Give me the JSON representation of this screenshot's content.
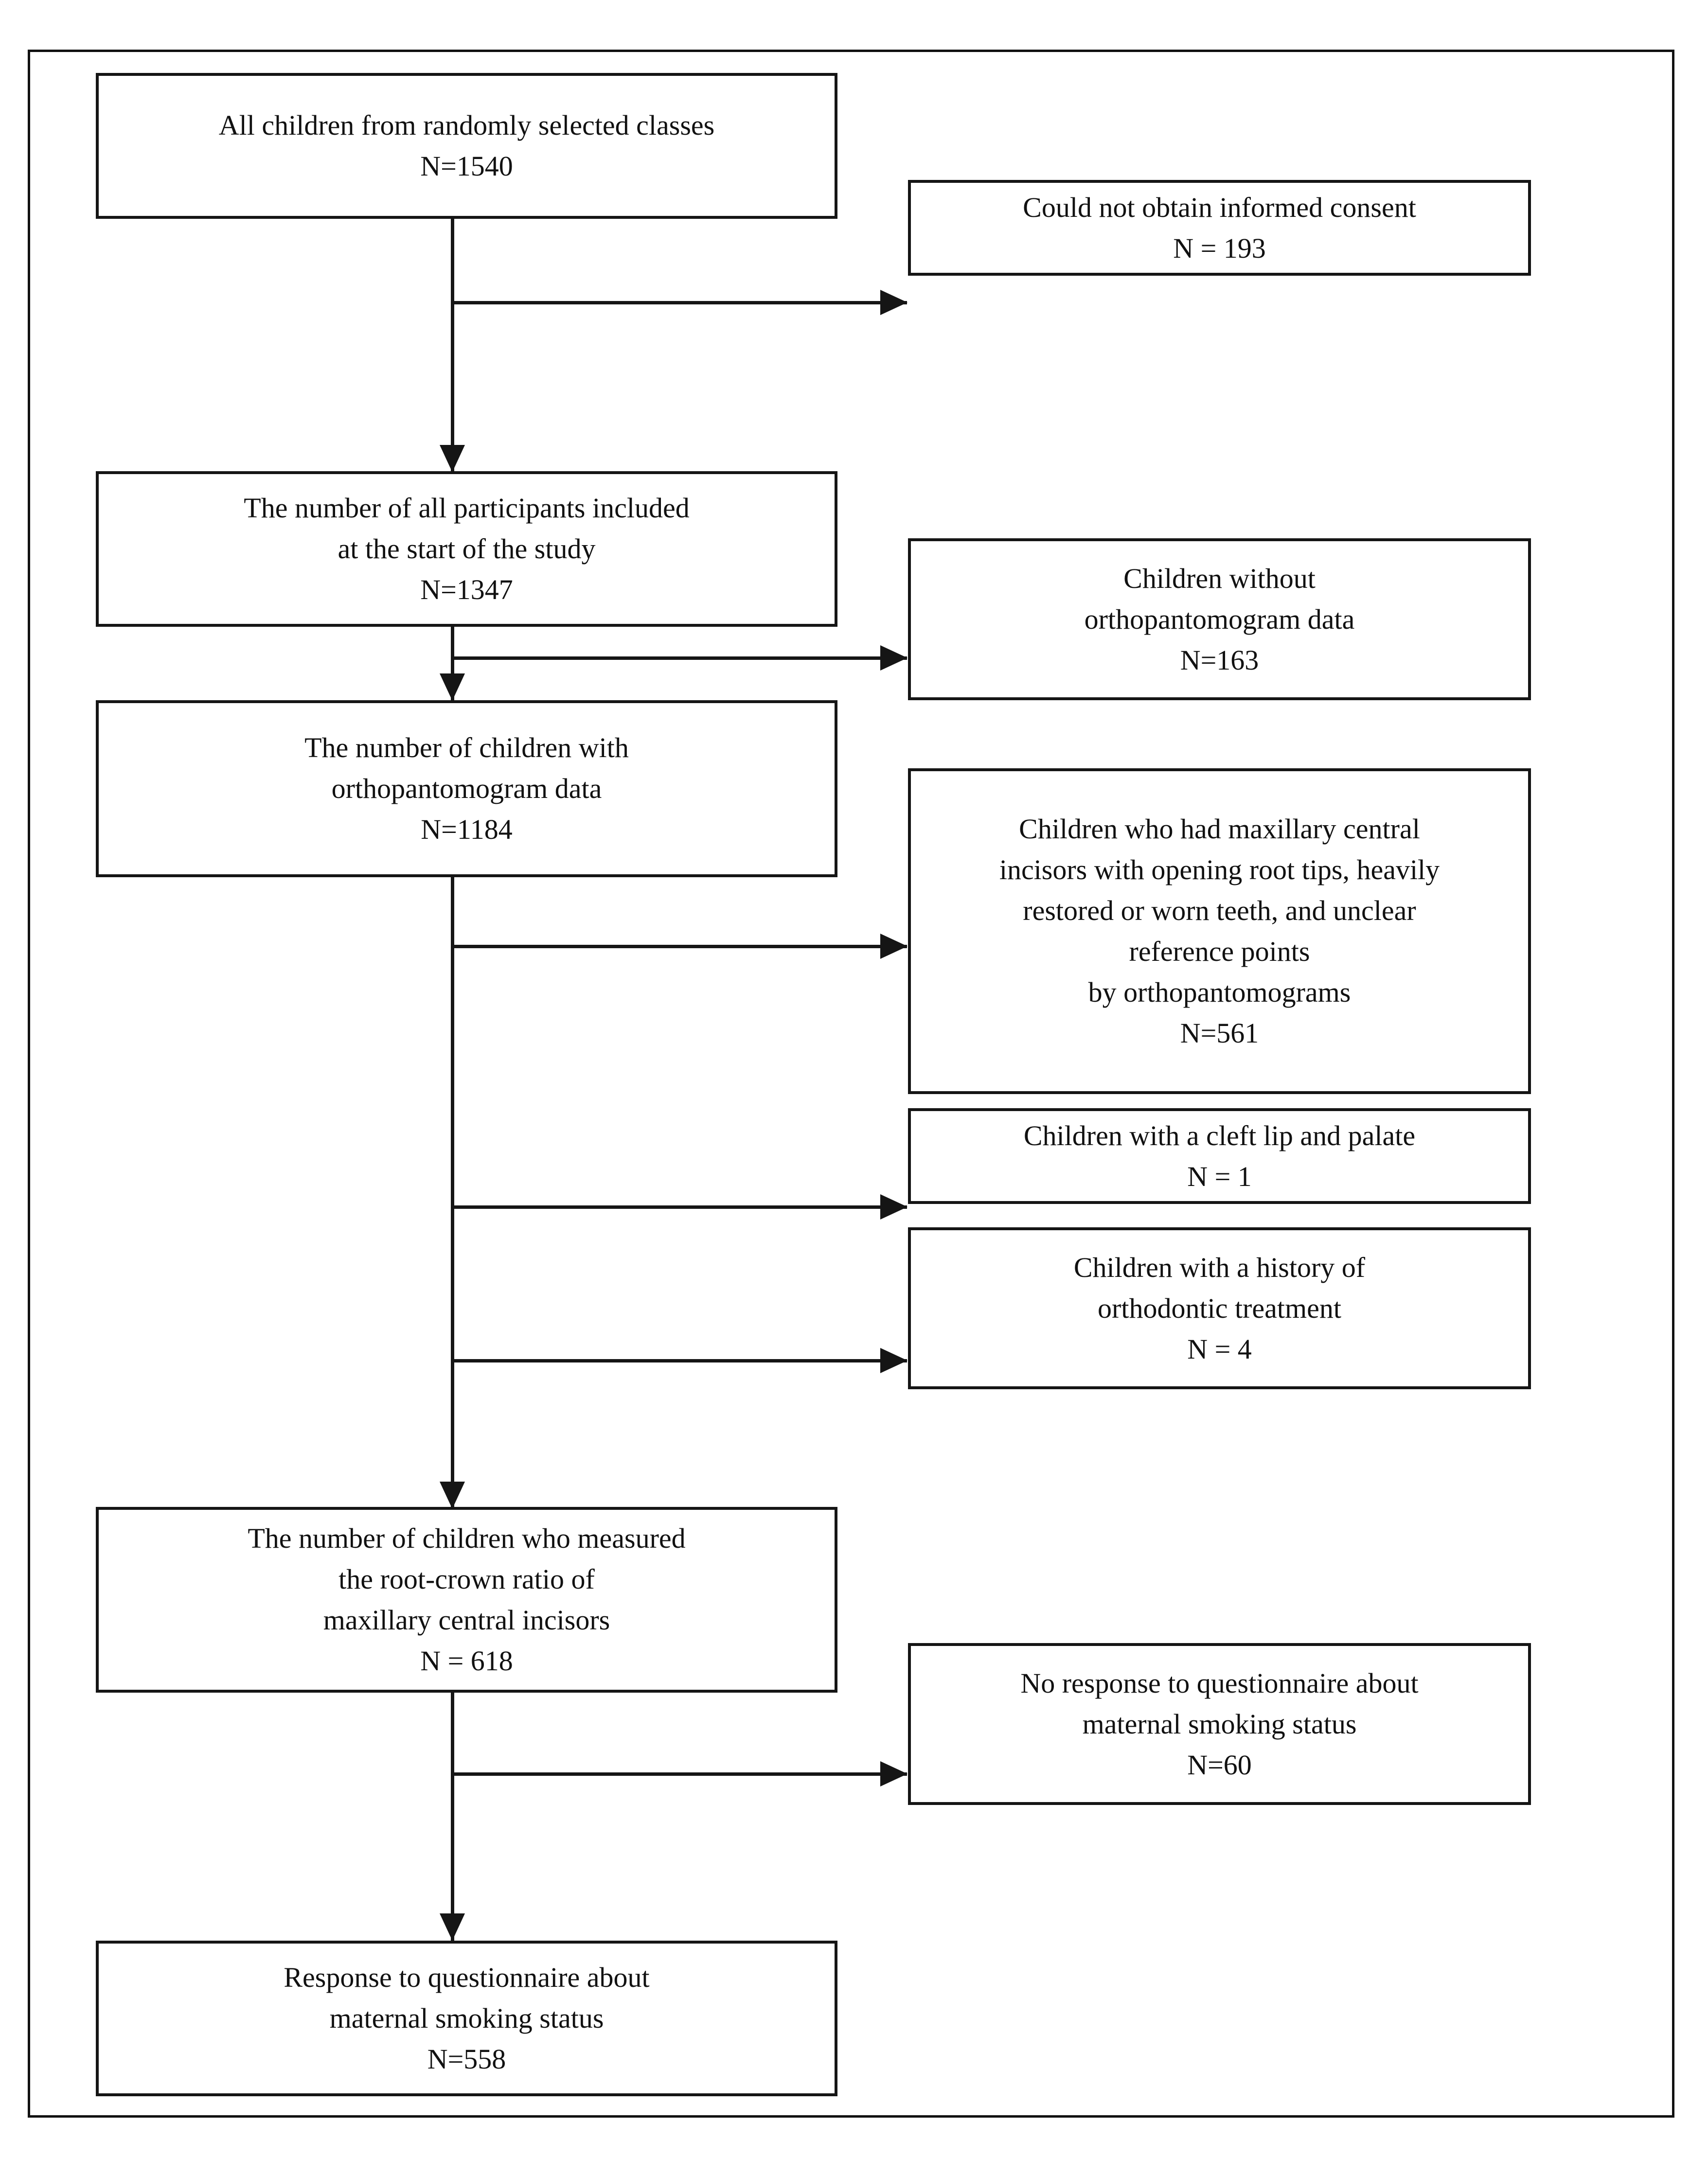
{
  "diagram": {
    "title": "Study participant flow diagram",
    "type": "flowchart",
    "frame_color": "#111111",
    "box_border_color": "#151515",
    "background_color": "#ffffff"
  },
  "nodes": {
    "n1": {
      "id": "all-children",
      "lines": [
        "All children from randomly selected classes",
        "N=1540"
      ],
      "line1": "All children from randomly selected classes",
      "line2": "N=1540",
      "count": 1540,
      "column": "left"
    },
    "n2": {
      "id": "no-consent",
      "lines": [
        "Could not obtain informed consent",
        "N = 193"
      ],
      "line1": "Could not obtain informed consent",
      "line2": "N = 193",
      "count": 193,
      "column": "right"
    },
    "n3": {
      "id": "participants-included",
      "lines": [
        "The number of all participants included",
        "at the start of the study",
        "N=1347"
      ],
      "line1": "The number of all participants included",
      "line2": "at the start of the study",
      "line3": "N=1347",
      "count": 1347,
      "column": "left"
    },
    "n4": {
      "id": "without-opg",
      "lines": [
        "Children without",
        "orthopantomogram data",
        "N=163"
      ],
      "line1": "Children without",
      "line2": "orthopantomogram data",
      "line3": "N=163",
      "count": 163,
      "column": "right"
    },
    "n5": {
      "id": "with-opg",
      "lines": [
        "The number of children with",
        "orthopantomogram data",
        "N=1184"
      ],
      "line1": "The number of children with",
      "line2": "orthopantomogram data",
      "line3": "N=1184",
      "count": 1184,
      "column": "left"
    },
    "n6": {
      "id": "excluded-tooth-criteria",
      "lines": [
        "Children who had maxillary central",
        "incisors with opening root tips, heavily",
        "restored or worn teeth, and unclear",
        "reference points",
        "by orthopantomograms",
        "N=561"
      ],
      "line1": "Children who had maxillary central",
      "line2": "incisors with opening root tips, heavily",
      "line3": "restored or worn teeth, and unclear",
      "line4": "reference points",
      "line5": "by orthopantomograms",
      "line6": "N=561",
      "count": 561,
      "column": "right"
    },
    "n7": {
      "id": "cleft-lip-palate",
      "lines": [
        "Children with a cleft lip and palate",
        "N = 1"
      ],
      "line1": "Children with a cleft lip and palate",
      "line2": "N = 1",
      "count": 1,
      "column": "right"
    },
    "n8": {
      "id": "orthodontic-history",
      "lines": [
        "Children with a history of",
        "orthodontic treatment",
        "N = 4"
      ],
      "line1": "Children with a history of",
      "line2": "orthodontic treatment",
      "line3": "N = 4",
      "count": 4,
      "column": "right"
    },
    "n9": {
      "id": "measured-root-crown-ratio",
      "lines": [
        "The number of children who measured",
        "the root-crown ratio of",
        "maxillary central incisors",
        "N = 618"
      ],
      "line1": "The number of children who measured",
      "line2": "the root-crown ratio of",
      "line3": "maxillary central incisors",
      "line4": "N = 618",
      "count": 618,
      "column": "left"
    },
    "n10": {
      "id": "no-questionnaire-response",
      "lines": [
        "No response to questionnaire about",
        "maternal smoking status",
        "N=60"
      ],
      "line1": "No response to questionnaire about",
      "line2": "maternal smoking status",
      "line3": "N=60",
      "count": 60,
      "column": "right"
    },
    "n11": {
      "id": "questionnaire-response",
      "lines": [
        "Response to questionnaire about",
        "maternal smoking status",
        "N=558"
      ],
      "line1": "Response to questionnaire about",
      "line2": "maternal smoking status",
      "line3": "N=558",
      "count": 558,
      "column": "left"
    }
  },
  "flow": {
    "main_sequence": [
      "all-children",
      "participants-included",
      "with-opg",
      "measured-root-crown-ratio",
      "questionnaire-response"
    ],
    "exclusions": [
      {
        "from": "all-children",
        "to": "no-consent",
        "n": 193
      },
      {
        "from": "participants-included",
        "to": "without-opg",
        "n": 163
      },
      {
        "from": "with-opg",
        "to": "excluded-tooth-criteria",
        "n": 561
      },
      {
        "from": "with-opg",
        "to": "cleft-lip-palate",
        "n": 1
      },
      {
        "from": "with-opg",
        "to": "orthodontic-history",
        "n": 4
      },
      {
        "from": "measured-root-crown-ratio",
        "to": "no-questionnaire-response",
        "n": 60
      }
    ]
  }
}
